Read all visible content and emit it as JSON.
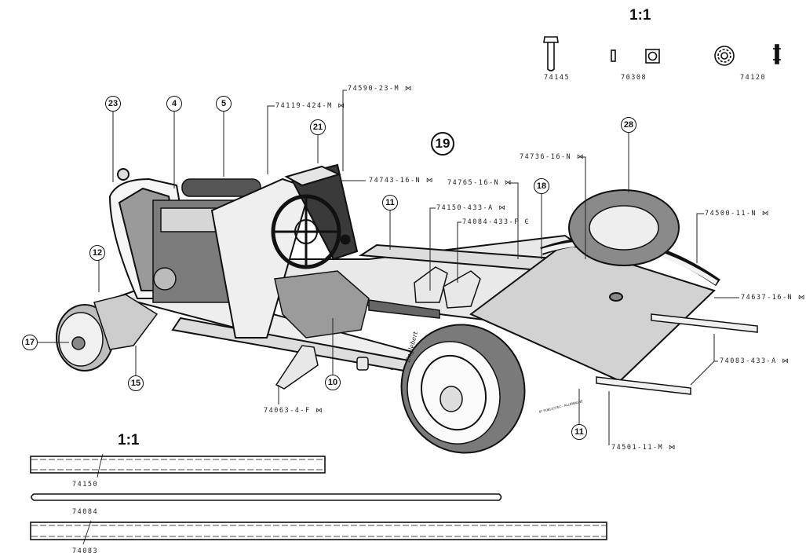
{
  "title": "Chassis assembly parts diagram",
  "group_number": "19",
  "scale_labels": {
    "hardware": "1:1",
    "tubes": "1:1"
  },
  "hardware_parts": [
    {
      "part_no": "74145",
      "icon": "bolt-icon"
    },
    {
      "part_no": "70308",
      "icon": "square-nut-icon"
    },
    {
      "part_no": "74120",
      "icon": "washer-icon"
    }
  ],
  "callouts": [
    "23",
    "4",
    "5",
    "21",
    "11",
    "18",
    "28",
    "12",
    "17",
    "15",
    "10",
    "11"
  ],
  "part_labels": [
    {
      "text": "74119-424-M",
      "symbol": "⋈"
    },
    {
      "text": "74590-23-M",
      "symbol": "⋈"
    },
    {
      "text": "74743-16-N",
      "symbol": "⋈"
    },
    {
      "text": "74736-16-N",
      "symbol": "⋈"
    },
    {
      "text": "74765-16-N",
      "symbol": "⋈"
    },
    {
      "text": "74150-433-A",
      "symbol": "⋈"
    },
    {
      "text": "74084-433-F",
      "symbol": "Ͼ"
    },
    {
      "text": "74500-11-N",
      "symbol": "⋈"
    },
    {
      "text": "74637-16-N",
      "symbol": "⋈"
    },
    {
      "text": "74083-433-A",
      "symbol": "⋈"
    },
    {
      "text": "74501-11-M",
      "symbol": "⋈"
    },
    {
      "text": "74063-4-F",
      "symbol": "⋈"
    }
  ],
  "tubes": [
    {
      "part_no": "74150"
    },
    {
      "part_no": "74084"
    },
    {
      "part_no": "74083"
    }
  ],
  "tire_brand": "Englebert",
  "footnote": "8* PUBLICITEC - ALLEMAGNE"
}
